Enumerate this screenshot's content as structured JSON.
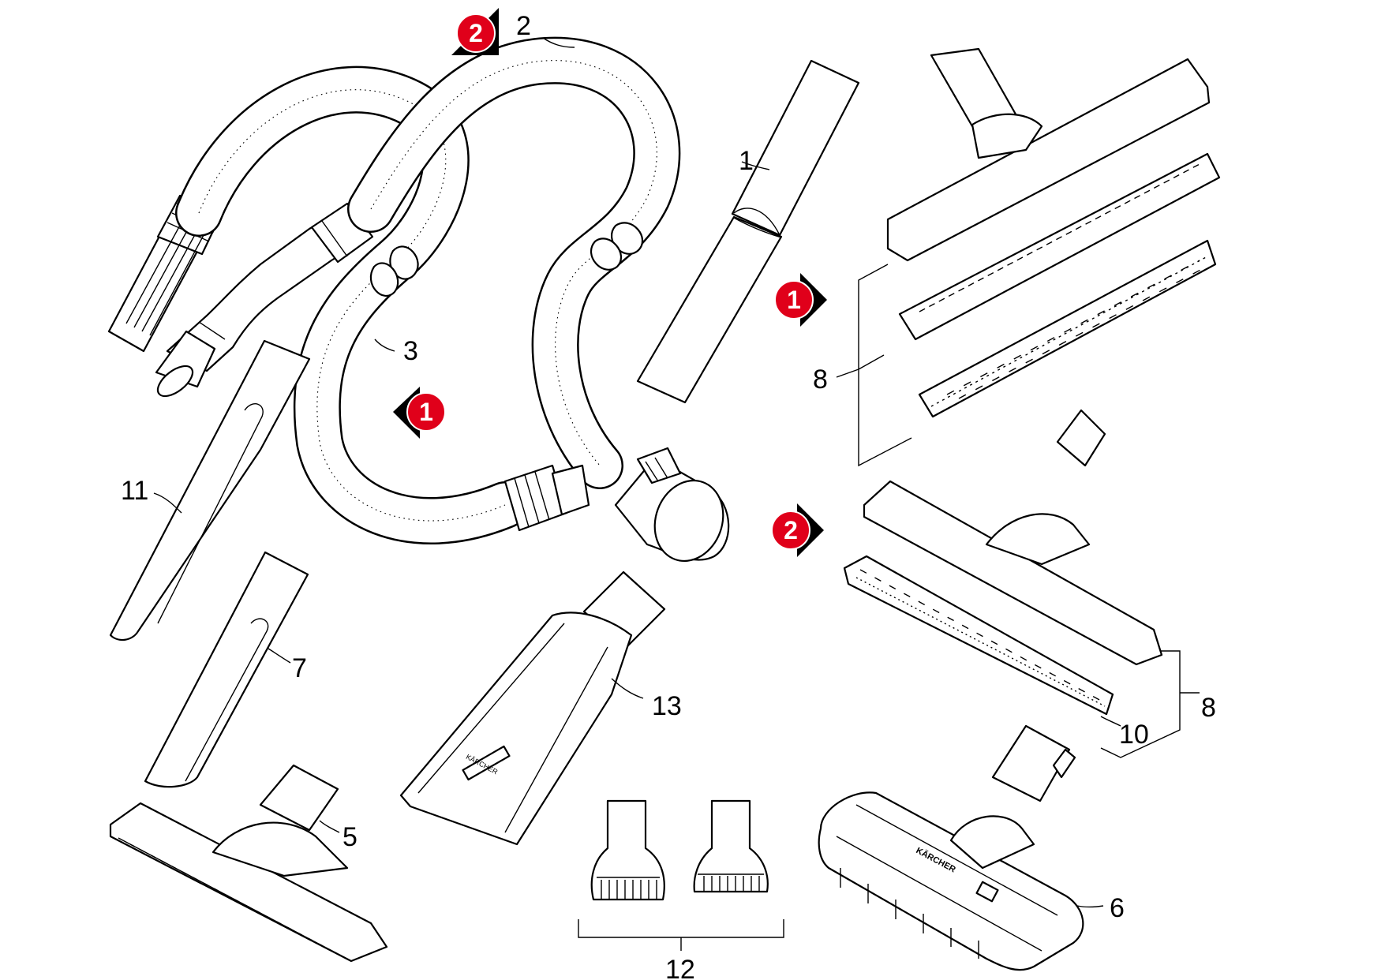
{
  "labels": {
    "l1": "1",
    "l2": "2",
    "l3": "3",
    "l5": "5",
    "l6": "6",
    "l7": "7",
    "l8a": "8",
    "l8b": "8",
    "l10": "10",
    "l11": "11",
    "l12": "12",
    "l13": "13"
  },
  "markers": {
    "m_top": "2",
    "m_left": "1",
    "m_right1": "1",
    "m_right2": "2"
  },
  "colors": {
    "marker_fill": "#e0001a",
    "marker_arrow": "#000000",
    "line": "#000000",
    "background": "#ffffff"
  },
  "brand_text": "KÄRCHER"
}
